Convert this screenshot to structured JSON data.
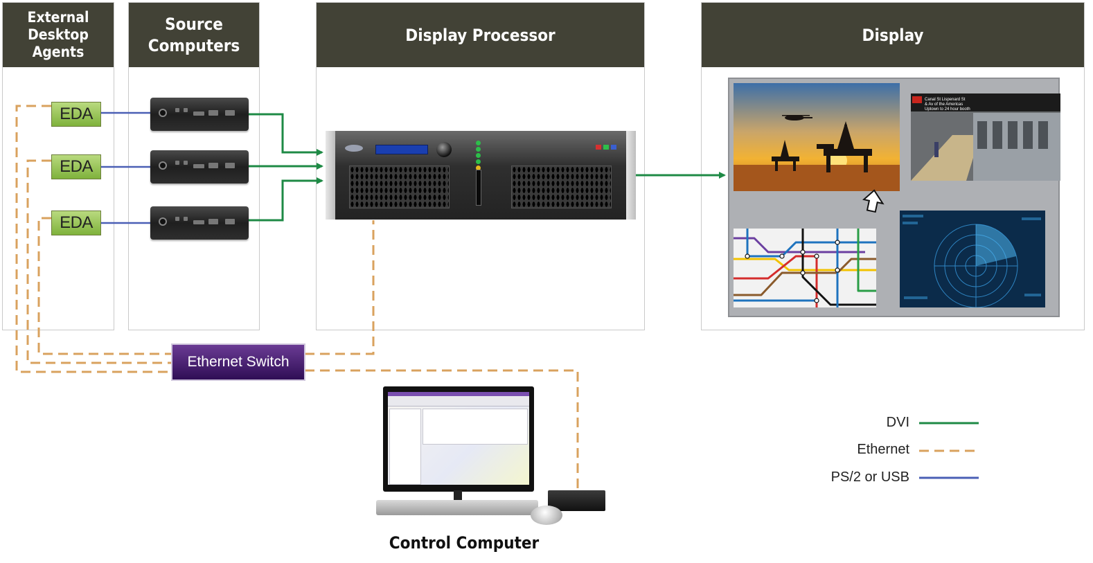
{
  "columns": {
    "eda": {
      "line1": "External",
      "line2": "Desktop",
      "line3": "Agents"
    },
    "source": {
      "line1": "Source",
      "line2": "Computers"
    },
    "processor": {
      "title": "Display Processor"
    },
    "display": {
      "title": "Display"
    }
  },
  "eda_boxes": [
    "EDA",
    "EDA",
    "EDA"
  ],
  "ethernet_switch": {
    "label": "Ethernet Switch"
  },
  "control_computer": {
    "label": "Control Computer"
  },
  "legend": [
    {
      "label": "DVI",
      "color": "#1e8a45",
      "style": "solid"
    },
    {
      "label": "Ethernet",
      "color": "#d9a25e",
      "style": "dashed"
    },
    {
      "label": "PS/2 or USB",
      "color": "#4a5fb5",
      "style": "solid"
    }
  ],
  "display_tiles": [
    {
      "name": "oil-rig-sunset-image"
    },
    {
      "name": "subway-station-image"
    },
    {
      "name": "transit-map-image"
    },
    {
      "name": "radar-screen-image"
    }
  ],
  "subway_sign": {
    "line1": "Canal St Lispenard St",
    "line2": "& Av of the Americas",
    "line3": "Uptown to 24 hour booth"
  }
}
